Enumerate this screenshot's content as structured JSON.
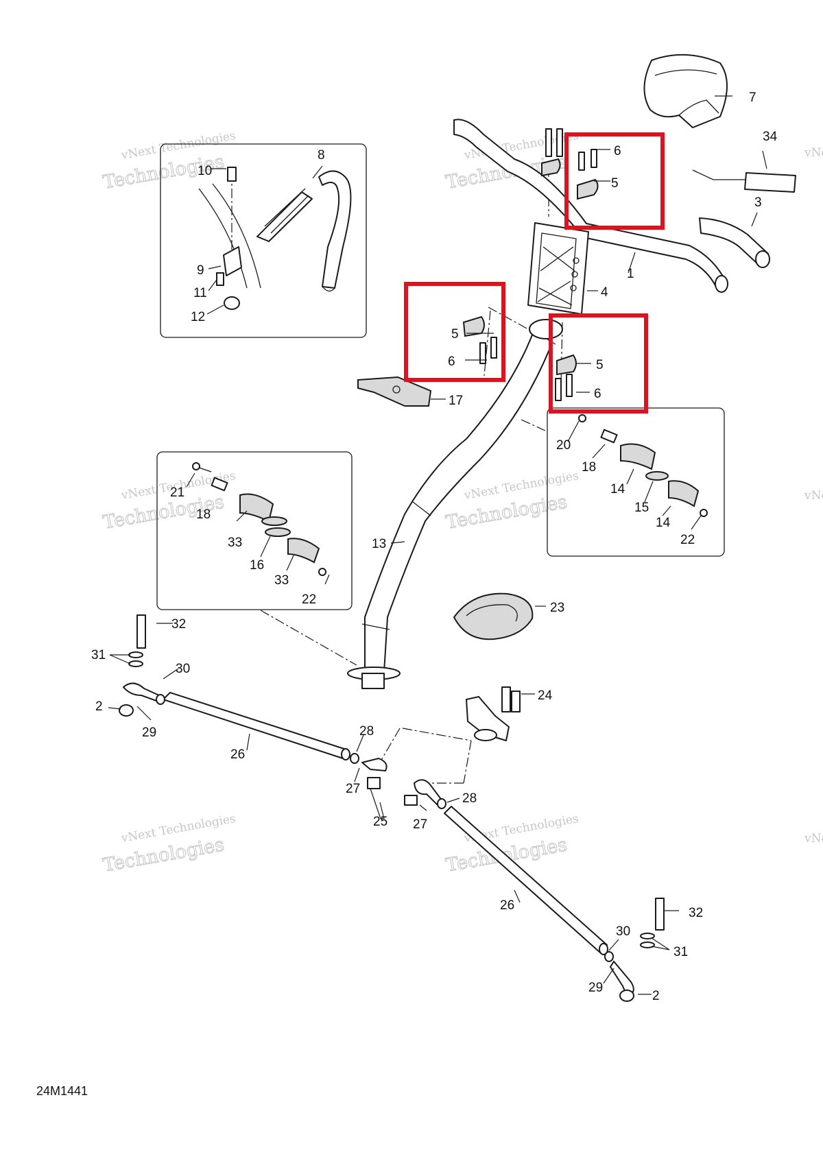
{
  "diagram": {
    "figure_code": "24M1441",
    "watermark_line1": "vNext Technologies",
    "watermark_line2": "Technologies",
    "watermark_corner": "vNext",
    "highlight_color": "#e3101e",
    "callouts": {
      "c1": "1",
      "c2a": "2",
      "c2b": "2",
      "c3": "3",
      "c4": "4",
      "c5a": "5",
      "c5b": "5",
      "c5c": "5",
      "c6a": "6",
      "c6b": "6",
      "c6c": "6",
      "c7": "7",
      "c8": "8",
      "c9": "9",
      "c10": "10",
      "c11": "11",
      "c12": "12",
      "c13": "13",
      "c14a": "14",
      "c14b": "14",
      "c15": "15",
      "c16": "16",
      "c17": "17",
      "c18a": "18",
      "c18b": "18",
      "c20": "20",
      "c21": "21",
      "c22a": "22",
      "c22b": "22",
      "c23": "23",
      "c24": "24",
      "c25": "25",
      "c26a": "26",
      "c26b": "26",
      "c27a": "27",
      "c27b": "27",
      "c28a": "28",
      "c28b": "28",
      "c29a": "29",
      "c29b": "29",
      "c30a": "30",
      "c30b": "30",
      "c31a": "31",
      "c31b": "31",
      "c32a": "32",
      "c32b": "32",
      "c33a": "33",
      "c33b": "33",
      "c34": "34"
    }
  }
}
